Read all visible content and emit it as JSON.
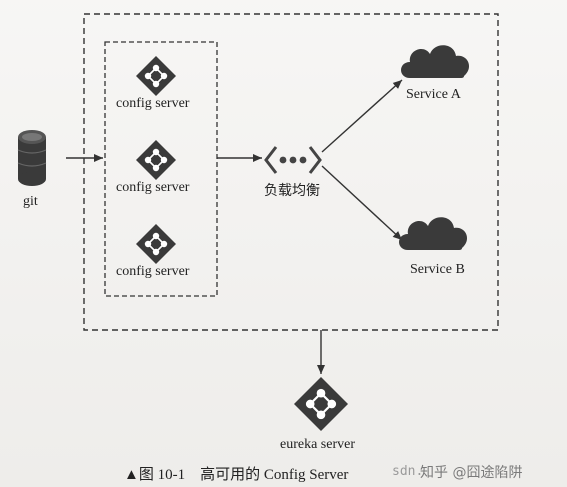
{
  "nodes": {
    "git": "git",
    "config_servers": [
      "config server",
      "config server",
      "config server"
    ],
    "load_balancer": "负载均衡",
    "service_a": "Service A",
    "service_b": "Service B",
    "eureka": "eureka server"
  },
  "caption": "▲图 10-1　高可用的 Config Server",
  "watermark": {
    "url": "sdn.",
    "text": "知乎 @囧途陷阱"
  },
  "colors": {
    "line": "#333333",
    "icon_dark": "#3a3a3a",
    "icon_light": "#ffffff"
  }
}
